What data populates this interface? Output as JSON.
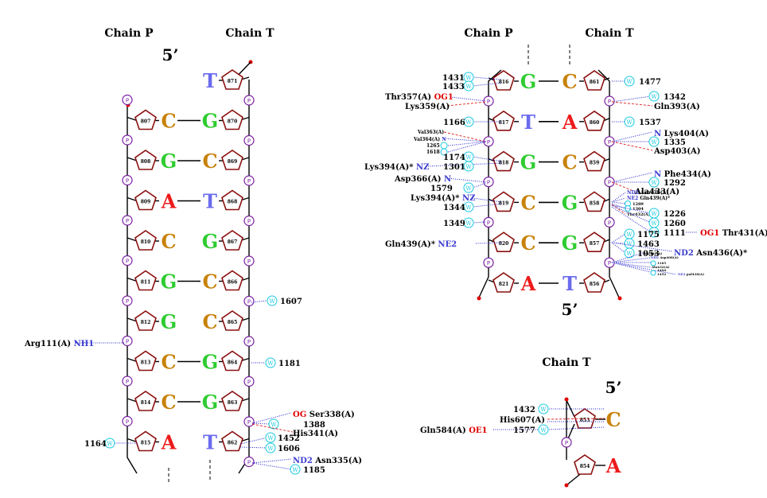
{
  "colors": {
    "C": "#c8820a",
    "G": "#2ecc30",
    "A": "#ee1a1a",
    "T": "#6b6bee",
    "bond": "#1e1ee0",
    "hb": "#e03030",
    "water": "#19c9e0",
    "phosphate": "#7a1fa2",
    "sugar": "#8b1010",
    "atom_red": "#e00000",
    "atom_blue": "#3b3bd0"
  },
  "panel1": {
    "chain_p": "Chain P",
    "chain_t": "Chain T",
    "five_prime": "5’",
    "pairs": [
      {
        "p_num": "",
        "p_base": "",
        "t_num": "871",
        "t_base": "T",
        "bond": false
      },
      {
        "p_num": "807",
        "p_base": "C",
        "t_num": "870",
        "t_base": "G",
        "bond": true
      },
      {
        "p_num": "808",
        "p_base": "G",
        "t_num": "869",
        "t_base": "C",
        "bond": true
      },
      {
        "p_num": "809",
        "p_base": "A",
        "t_num": "868",
        "t_base": "T",
        "bond": true
      },
      {
        "p_num": "810",
        "p_base": "C",
        "t_num": "867",
        "t_base": "G",
        "bond": false
      },
      {
        "p_num": "811",
        "p_base": "G",
        "t_num": "866",
        "t_base": "C",
        "bond": true
      },
      {
        "p_num": "812",
        "p_base": "G",
        "t_num": "865",
        "t_base": "C",
        "bond": false
      },
      {
        "p_num": "813",
        "p_base": "C",
        "t_num": "864",
        "t_base": "G",
        "bond": true
      },
      {
        "p_num": "814",
        "p_base": "C",
        "t_num": "863",
        "t_base": "G",
        "bond": true
      },
      {
        "p_num": "815",
        "p_base": "A",
        "t_num": "862",
        "t_base": "T",
        "bond": false
      }
    ],
    "labels": [
      {
        "res": "Arg111(A)",
        "atom": "NH1"
      },
      {
        "res": "1164"
      },
      {
        "res": "1607"
      },
      {
        "res": "1181"
      },
      {
        "res": "Ser338(A)",
        "atom": "OG"
      },
      {
        "res": "1388"
      },
      {
        "res": "His341(A)"
      },
      {
        "res": "1452"
      },
      {
        "res": "1606"
      },
      {
        "res": "Asn335(A)",
        "atom": "ND2"
      },
      {
        "res": "1185"
      }
    ]
  },
  "panel2": {
    "chain_p": "Chain P",
    "chain_t": "Chain T",
    "five_prime": "5’",
    "pairs": [
      {
        "p_num": "816",
        "p_base": "G",
        "t_num": "861",
        "t_base": "C"
      },
      {
        "p_num": "817",
        "p_base": "T",
        "t_num": "860",
        "t_base": "A"
      },
      {
        "p_num": "818",
        "p_base": "G",
        "t_num": "859",
        "t_base": "C"
      },
      {
        "p_num": "819",
        "p_base": "C",
        "t_num": "858",
        "t_base": "G"
      },
      {
        "p_num": "820",
        "p_base": "C",
        "t_num": "857",
        "t_base": "G"
      },
      {
        "p_num": "821",
        "p_base": "A",
        "t_num": "856",
        "t_base": "T"
      }
    ],
    "labels_left": [
      "1431",
      "1433",
      "Thr357(A)",
      "OG1",
      "Lys359(A)",
      "1166",
      "Val363(A)",
      "Val364(A)",
      "N",
      "1265",
      "1618",
      "1174",
      "Lys394(A)*",
      "NZ",
      "1301",
      "Asp366(A)",
      "N",
      "1579",
      "Lys394(A)*",
      "NZ",
      "1344",
      "1349",
      "Gln439(A)*",
      "NE2"
    ],
    "labels_right": [
      "1477",
      "1342",
      "Gln393(A)",
      "1537",
      "N",
      "Lys404(A)",
      "1335",
      "Asp403(A)",
      "N",
      "Phe434(A)",
      "1292",
      "Ala433(A)",
      "ND2",
      "Asn436(A)",
      "NE2",
      "Gln439(A)*",
      "1289",
      "1304",
      "Thr432(A)",
      "1226",
      "1260",
      "1111",
      "OG1",
      "Thr431(A)",
      "1175",
      "1463",
      "1053",
      "ND2",
      "Asn436(A)*",
      "Val428(A)",
      "ND2",
      "Asp408(A)",
      "1165",
      "Ala432(A)",
      "1404",
      "1452",
      "NE2",
      "pal438(A)"
    ]
  },
  "panel3": {
    "chain_t": "Chain T",
    "five_prime": "5’",
    "pairs": [
      {
        "num": "853",
        "base": "C"
      },
      {
        "num": "854",
        "base": "A"
      }
    ],
    "labels": [
      "1432",
      "His607(A)",
      "Gln584(A)",
      "OE1",
      "1577"
    ]
  }
}
